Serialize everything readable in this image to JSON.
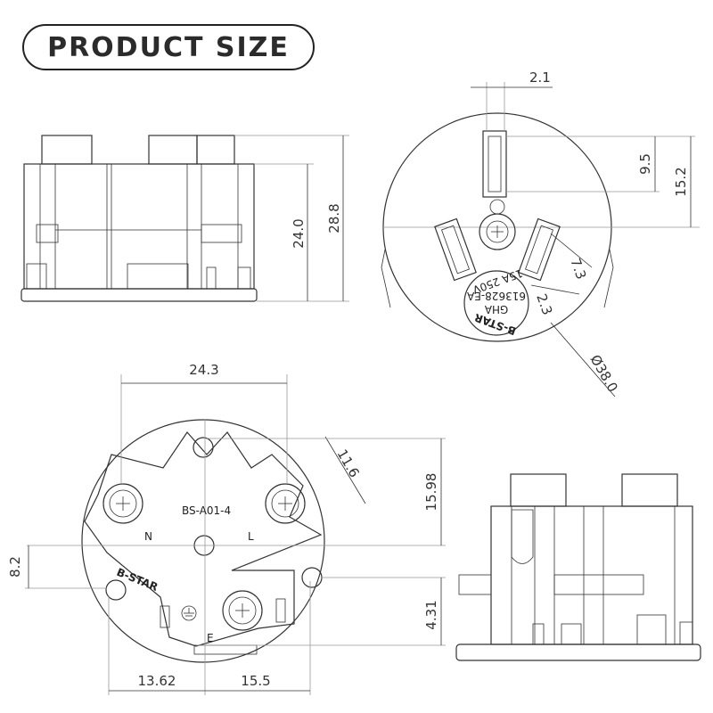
{
  "title": "PRODUCT SIZE",
  "dims": {
    "front_height_inner": "24.0",
    "front_height_outer": "28.8",
    "pin_offset": "2.1",
    "pin_length": "9.5",
    "pin_to_center": "15.2",
    "side_pin_width": "2.3",
    "side_pin_length": "7.3",
    "diameter": "Ø38.0",
    "terminal_span": "24.3",
    "terminal_slot": "11.6",
    "terminal_height": "15.98",
    "left_offset": "8.2",
    "earth_offset": "4.31",
    "bottom_left": "13.62",
    "bottom_right": "15.5"
  },
  "markings": {
    "model": "BS-A01-4",
    "neutral": "N",
    "live": "L",
    "earth": "E",
    "brand": "B-STAR",
    "seal_brand": "B-STAR",
    "seal_mark": "GHA",
    "seal_standard": "613628-EA",
    "seal_rating": "15A 250V"
  }
}
